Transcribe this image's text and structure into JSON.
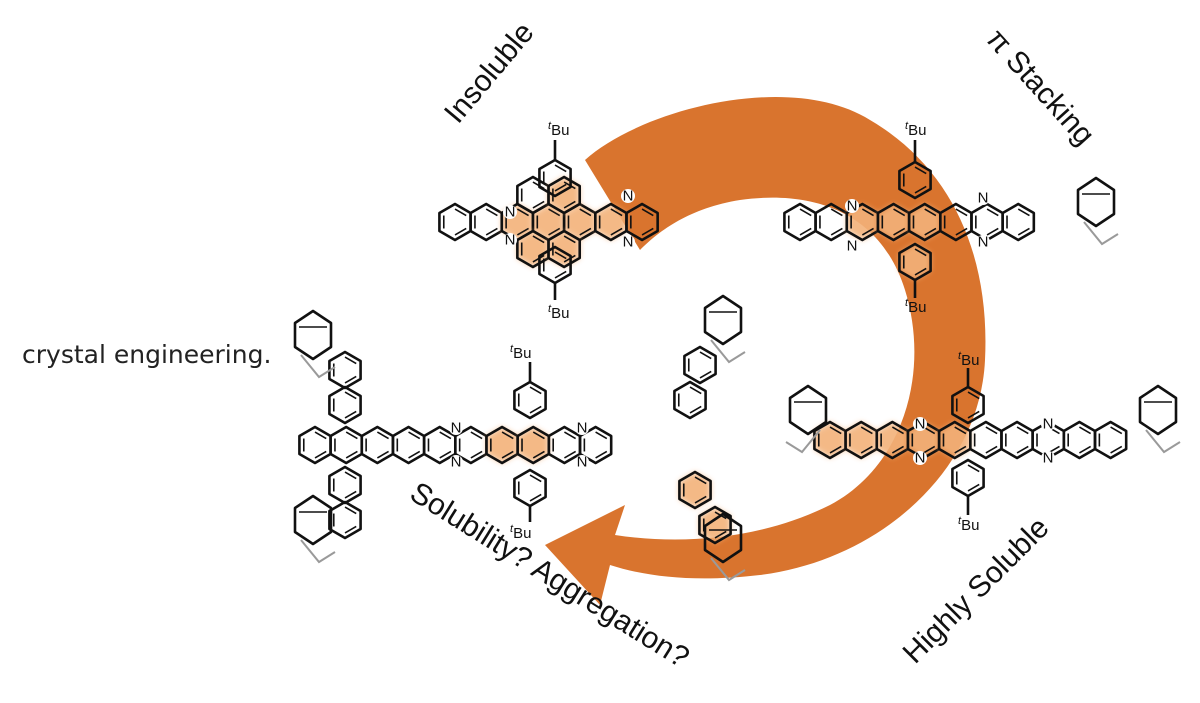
{
  "caption": "crystal engineering.",
  "labels": {
    "top_left": "Insoluble",
    "top_right": "π Stacking",
    "bottom_right": "Highly Soluble",
    "bottom_left": "Solubility? Aggregation?"
  },
  "atoms": {
    "nitrogen": "N",
    "tbu_prefix": "t",
    "tbu": "Bu"
  },
  "colors": {
    "arrow": "#D9742E",
    "bond": "#111111",
    "glow": "#F3B27A"
  }
}
